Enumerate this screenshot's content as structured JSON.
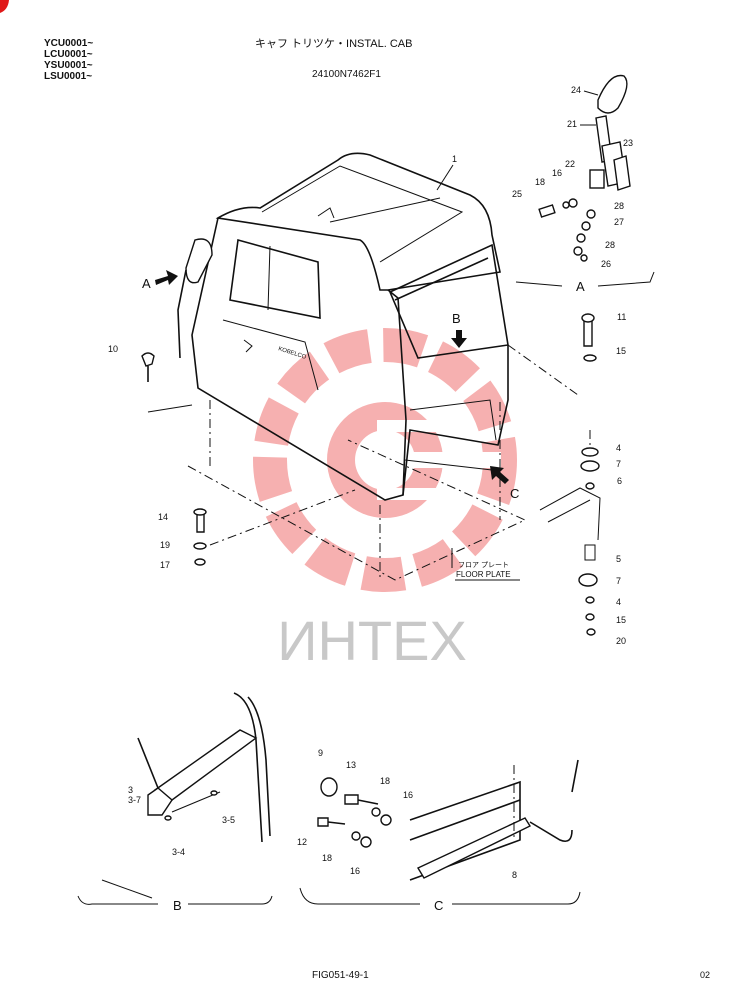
{
  "header": {
    "serials": [
      "YCU0001~",
      "LCU0001~",
      "YSU0001~",
      "LSU0001~"
    ],
    "title": "キャフ トリツケ・INSTAL. CAB",
    "part_number": "24100N7462F1"
  },
  "arrows": {
    "a": "A",
    "b": "B",
    "c": "C"
  },
  "labels": {
    "cab": "1",
    "p24": "24",
    "p21": "21",
    "p23": "23",
    "p22": "22",
    "p16a": "16",
    "p18a": "18",
    "p25": "25",
    "p28a": "28",
    "p27": "27",
    "p28b": "28",
    "p26": "26",
    "p11": "11",
    "p15a": "15",
    "p10": "10",
    "p4a": "4",
    "p7a": "7",
    "p6": "6",
    "p5": "5",
    "p7b": "7",
    "p4b": "4",
    "p15b": "15",
    "p20": "20",
    "p14": "14",
    "p19": "19",
    "p17": "17",
    "p3": "3",
    "p3_7": "3-7",
    "p3_5": "3-5",
    "p3_4": "3-4",
    "p9": "9",
    "p13": "13",
    "p18b": "18",
    "p16b": "16",
    "p12": "12",
    "p18c": "18",
    "p16c": "16",
    "p8": "8"
  },
  "floor_plate": {
    "jp": "フロア プレート",
    "en": "FLOOR PLATE"
  },
  "cab_brand": "KOBELCO",
  "views": {
    "a": "A",
    "b": "B",
    "c": "C"
  },
  "watermark": "ИНТЕХ",
  "footer": {
    "figure": "FIG051-49-1",
    "page": "02"
  },
  "colors": {
    "ink": "#111111",
    "watermark": "#f07070",
    "watermark_text": "#c8c8c8",
    "corner": "#e01818"
  }
}
